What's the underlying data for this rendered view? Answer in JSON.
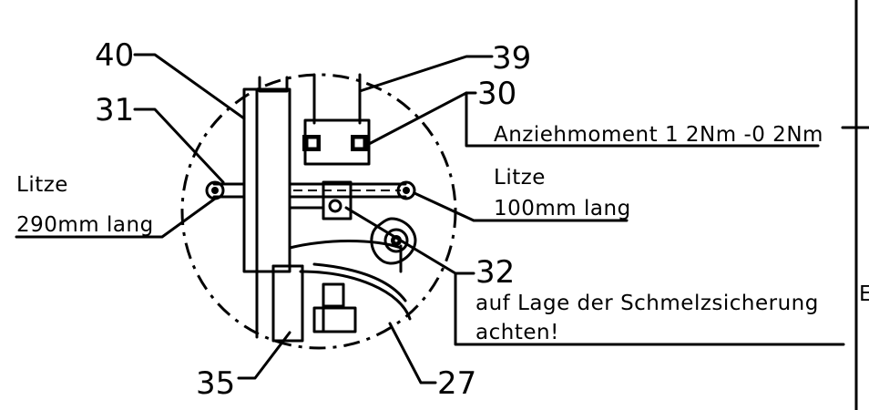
{
  "callouts": {
    "c40": "40",
    "c39": "39",
    "c30": "30",
    "c31": "31",
    "c32": "32",
    "c35": "35",
    "c27": "27"
  },
  "notes": {
    "torque": "Anziehmoment 1 2Nm -0 2Nm",
    "litze_left_1": "Litze",
    "litze_left_2": "290mm lang",
    "litze_right_1": "Litze",
    "litze_right_2": "100mm lang",
    "fuse_1": "auf Lage der Schmelzsicherung",
    "fuse_2": "achten!",
    "edge_letter": "E"
  }
}
